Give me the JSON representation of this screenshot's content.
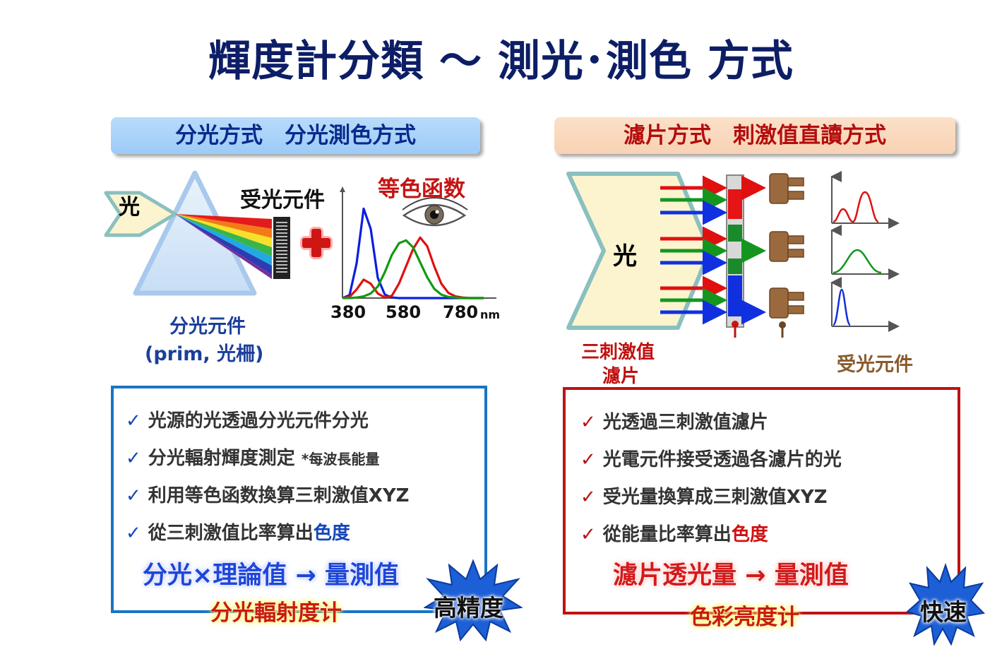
{
  "title": "輝度計分類 ～ 測光･測色 方式",
  "left": {
    "header": "分光方式　分光測色方式",
    "light_label": "光",
    "receiver_label": "受光元件",
    "cmf_label": "等色函数",
    "axis_ticks": [
      "380",
      "580",
      "780"
    ],
    "axis_unit": "nm",
    "element_label": "分光元件",
    "element_sub": "(prim, 光柵)",
    "points": [
      {
        "text": "光源的光透過分光元件分光"
      },
      {
        "text": "分光輻射輝度測定",
        "note": "*每波長能量"
      },
      {
        "text": "利用等色函数換算三刺激值XYZ"
      },
      {
        "text": "從三刺激值比率算出",
        "highlight": "色度"
      }
    ],
    "formula": "分光×理論值 → 量測值",
    "device": "分光輻射度计",
    "badge": "高精度",
    "colors": {
      "accent": "#1a74c4",
      "highlight": "#1546b8"
    }
  },
  "right": {
    "header": "濾片方式　刺激值直讀方式",
    "light_label": "光",
    "filter_label_1": "三刺激值",
    "filter_label_2": "濾片",
    "receiver_label": "受光元件",
    "points": [
      {
        "text": "光透過三刺激值濾片"
      },
      {
        "text": "光電元件接受透過各濾片的光"
      },
      {
        "text": "受光量換算成三刺激值XYZ"
      },
      {
        "text": "從能量比率算出",
        "highlight": "色度"
      }
    ],
    "formula": "濾片透光量 → 量測值",
    "device": "色彩亮度计",
    "badge": "快速",
    "colors": {
      "accent": "#bd1212",
      "highlight": "#d01010"
    }
  },
  "chart_data": {
    "type": "line",
    "title": "",
    "x": [
      380,
      400,
      420,
      440,
      460,
      480,
      500,
      520,
      540,
      560,
      580,
      600,
      620,
      640,
      660,
      680,
      700,
      720,
      740,
      760,
      780
    ],
    "xlim": [
      380,
      780
    ],
    "ylim": [
      0,
      1.8
    ],
    "series": [
      {
        "color": "#0a1ee0",
        "values": [
          0.0,
          0.05,
          0.6,
          1.55,
          1.2,
          0.35,
          0.06,
          0.01,
          0,
          0,
          0,
          0,
          0,
          0,
          0,
          0,
          0,
          0,
          0,
          0,
          0
        ]
      },
      {
        "color": "#e01010",
        "values": [
          0.0,
          0.02,
          0.15,
          0.32,
          0.25,
          0.08,
          0.01,
          0.04,
          0.25,
          0.55,
          0.85,
          1.05,
          0.9,
          0.55,
          0.25,
          0.09,
          0.03,
          0.01,
          0,
          0,
          0
        ]
      },
      {
        "color": "#109a10",
        "values": [
          0.0,
          0.0,
          0.01,
          0.03,
          0.08,
          0.2,
          0.45,
          0.75,
          0.95,
          1.0,
          0.88,
          0.62,
          0.36,
          0.16,
          0.06,
          0.02,
          0.01,
          0,
          0,
          0,
          0
        ]
      }
    ]
  }
}
